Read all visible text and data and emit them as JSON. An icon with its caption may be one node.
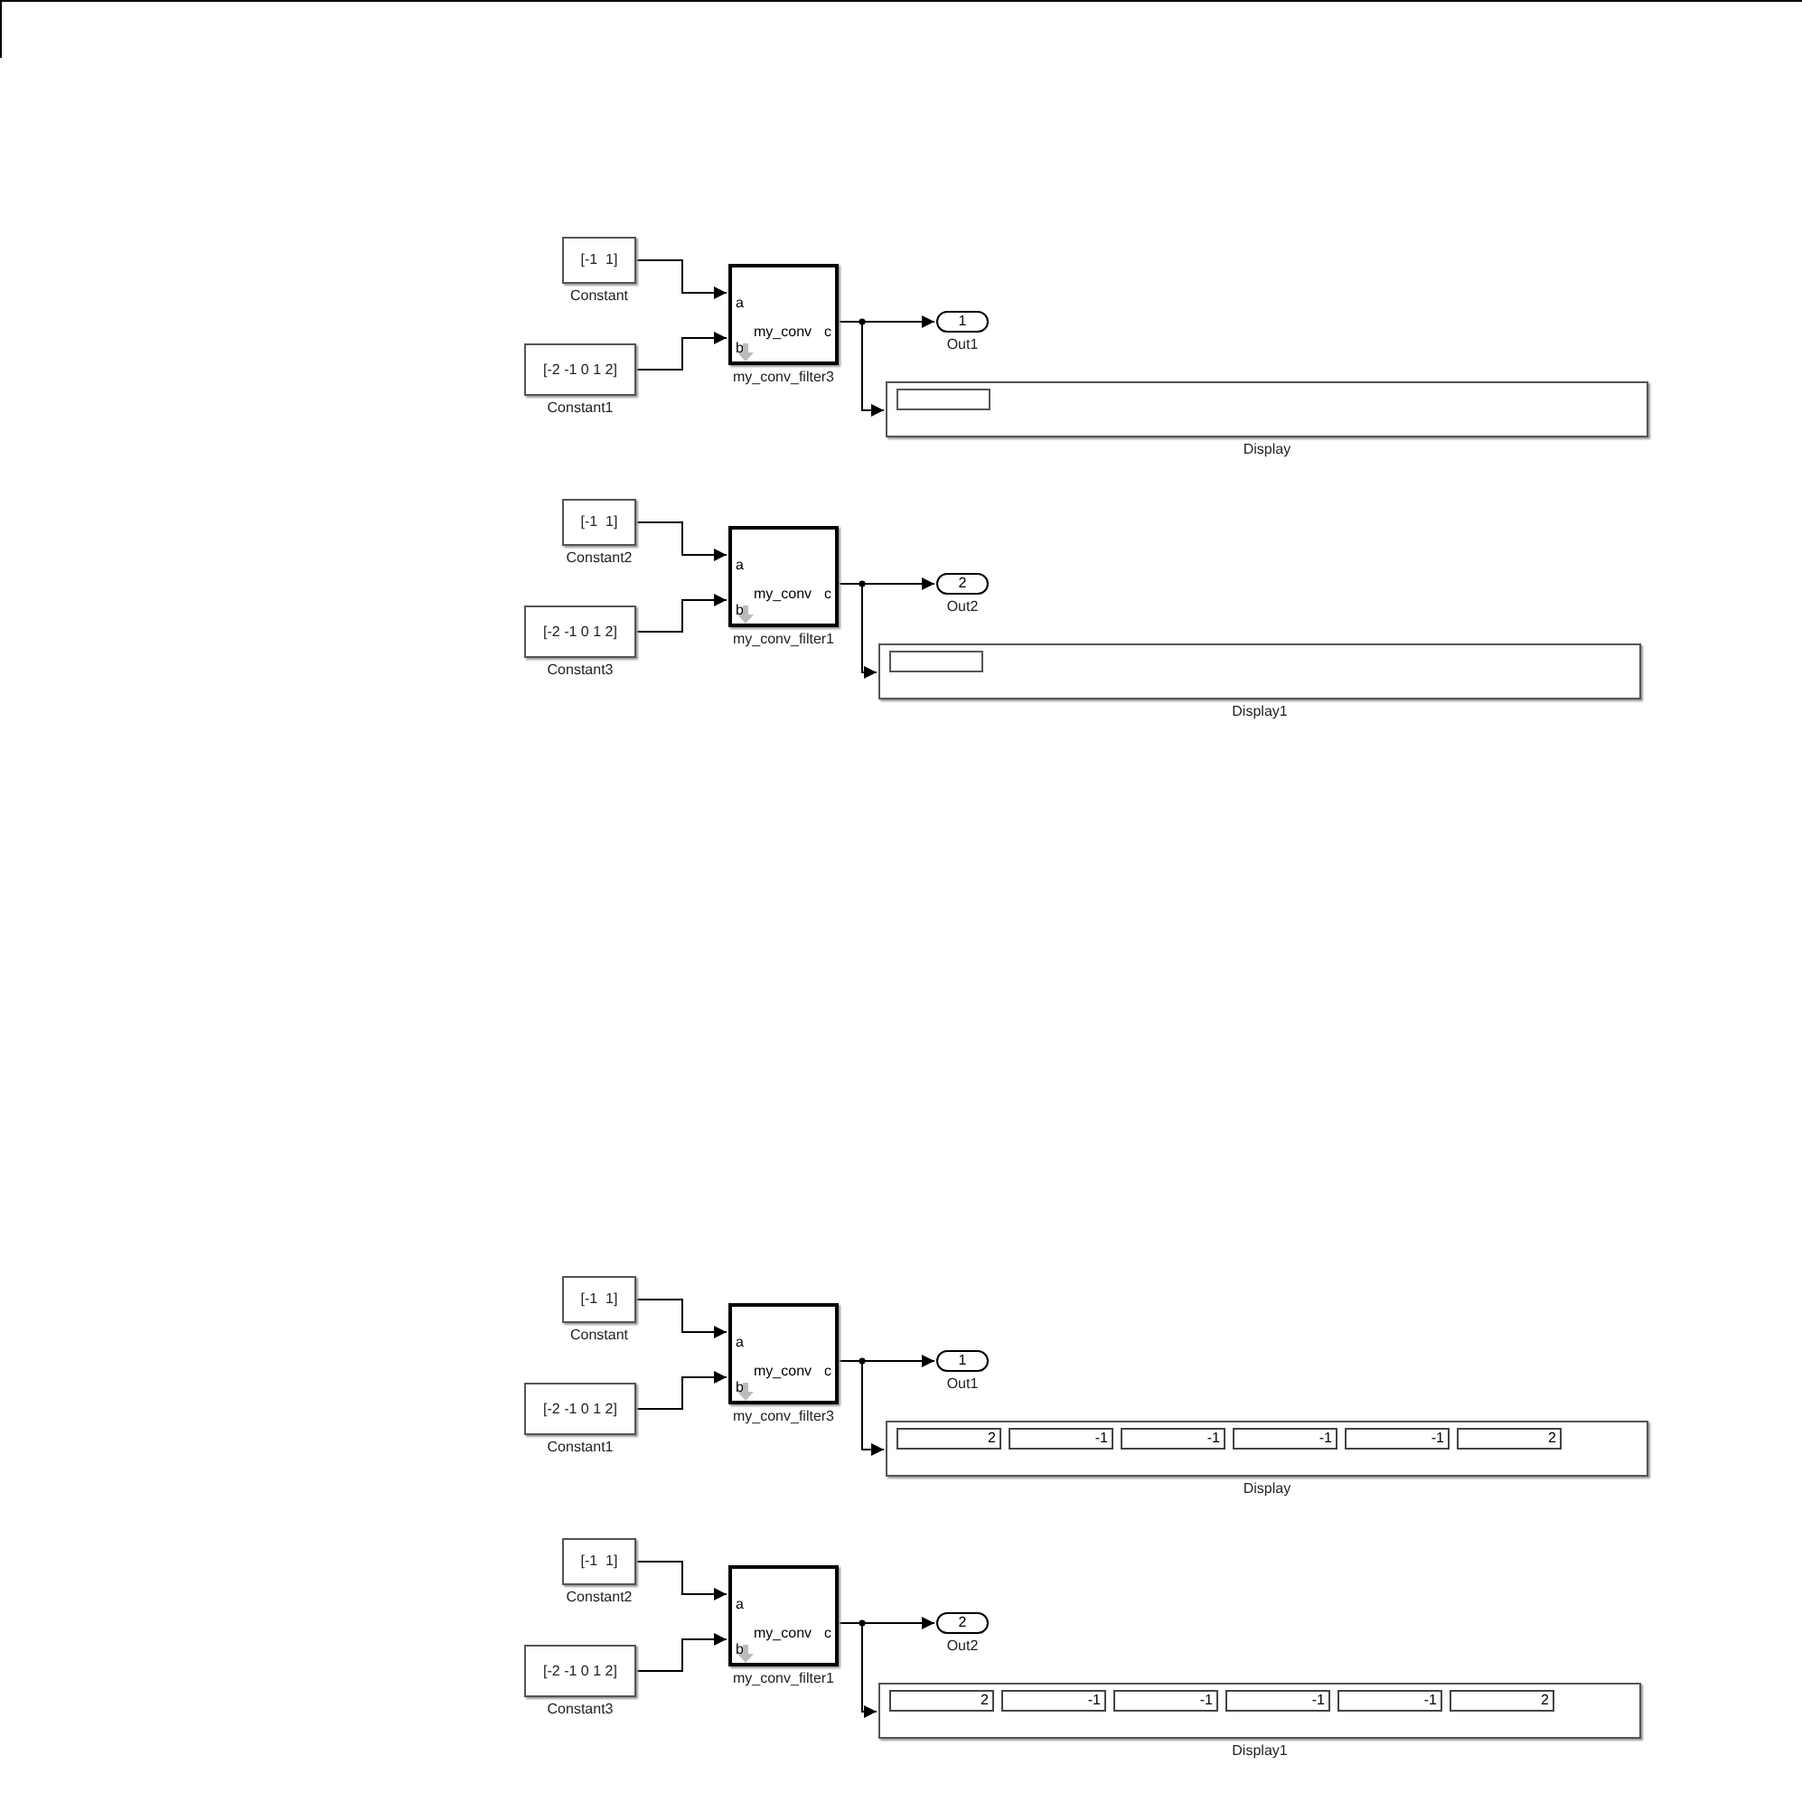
{
  "diagram": {
    "nodes": [
      {
        "text": [
          "[-1  1]"
        ],
        "beside": [
          "Constant"
        ]
      },
      {
        "text": [
          "[-2 -1 0 1 2]"
        ],
        "beside": [
          "Constant1"
        ]
      },
      {
        "text": [
          "a",
          "b",
          "my_conv",
          "c"
        ],
        "beside": [
          "my_conv_filter3"
        ]
      },
      {
        "text": [
          "1"
        ],
        "beside": [
          "Out1"
        ]
      },
      {
        "text": [],
        "shape": "box",
        "beside": [
          "Display"
        ]
      },
      {
        "text": [],
        "shape": "box",
        "in": 4
      },
      {
        "text": [
          "[-1  1]"
        ],
        "beside": [
          "Constant2"
        ]
      },
      {
        "text": [
          "[-2 -1 0 1 2]"
        ],
        "beside": [
          "Constant3"
        ]
      },
      {
        "text": [
          "a",
          "b",
          "my_conv",
          "c"
        ],
        "beside": [
          "my_conv_filter1"
        ]
      },
      {
        "text": [
          "2"
        ],
        "beside": [
          "Out2"
        ]
      },
      {
        "text": [],
        "shape": "box",
        "beside": [
          "Display1"
        ]
      },
      {
        "text": [],
        "shape": "box",
        "in": 10
      },
      {
        "text": [
          "[-1  1]"
        ],
        "beside": [
          "Constant"
        ]
      },
      {
        "text": [
          "[-2 -1 0 1 2]"
        ],
        "beside": [
          "Constant1"
        ]
      },
      {
        "text": [
          "a",
          "b",
          "my_conv",
          "c"
        ],
        "beside": [
          "my_conv_filter3"
        ]
      },
      {
        "text": [
          "1"
        ],
        "beside": [
          "Out1"
        ]
      },
      {
        "text": [],
        "shape": "box",
        "beside": [
          "Display"
        ]
      },
      {
        "text": [
          "2"
        ],
        "in": 16
      },
      {
        "text": [
          "-1"
        ],
        "in": 16
      },
      {
        "text": [
          "-1"
        ],
        "in": 16
      },
      {
        "text": [
          "-1"
        ],
        "in": 16
      },
      {
        "text": [
          "-1"
        ],
        "in": 16
      },
      {
        "text": [
          "2"
        ],
        "in": 16
      },
      {
        "text": [
          "[-1  1]"
        ],
        "beside": [
          "Constant2"
        ]
      },
      {
        "text": [
          "[-2 -1 0 1 2]"
        ],
        "beside": [
          "Constant3"
        ]
      },
      {
        "text": [
          "a",
          "b",
          "my_conv",
          "c"
        ],
        "beside": [
          "my_conv_filter1"
        ]
      },
      {
        "text": [
          "2"
        ],
        "beside": [
          "Out2"
        ]
      },
      {
        "text": [],
        "shape": "box",
        "beside": [
          "Display1"
        ]
      },
      {
        "text": [
          "2"
        ],
        "in": 27
      },
      {
        "text": [
          "-1"
        ],
        "in": 27
      },
      {
        "text": [
          "-1"
        ],
        "in": 27
      },
      {
        "text": [
          "-1"
        ],
        "in": 27
      },
      {
        "text": [
          "-1"
        ],
        "in": 27
      },
      {
        "text": [
          "2"
        ],
        "in": 27
      }
    ],
    "edges": [
      {
        "from": 0,
        "to": 2,
        "arrow": "to"
      },
      {
        "from": 1,
        "to": 2,
        "arrow": "to"
      },
      {
        "from": 2,
        "to": 3,
        "arrow": "to"
      },
      {
        "from": 2,
        "to": 4,
        "arrow": "to"
      },
      {
        "from": 6,
        "to": 8,
        "arrow": "to"
      },
      {
        "from": 7,
        "to": 8,
        "arrow": "to"
      },
      {
        "from": 8,
        "to": 9,
        "arrow": "to"
      },
      {
        "from": 8,
        "to": 10,
        "arrow": "to"
      },
      {
        "from": 12,
        "to": 14,
        "arrow": "to"
      },
      {
        "from": 13,
        "to": 14,
        "arrow": "to"
      },
      {
        "from": 14,
        "to": 15,
        "arrow": "to"
      },
      {
        "from": 14,
        "to": 16,
        "arrow": "to"
      },
      {
        "from": 23,
        "to": 25,
        "arrow": "to"
      },
      {
        "from": 24,
        "to": 25,
        "arrow": "to"
      },
      {
        "from": 25,
        "to": 26,
        "arrow": "to"
      },
      {
        "from": 25,
        "to": 27,
        "arrow": "to"
      }
    ]
  }
}
